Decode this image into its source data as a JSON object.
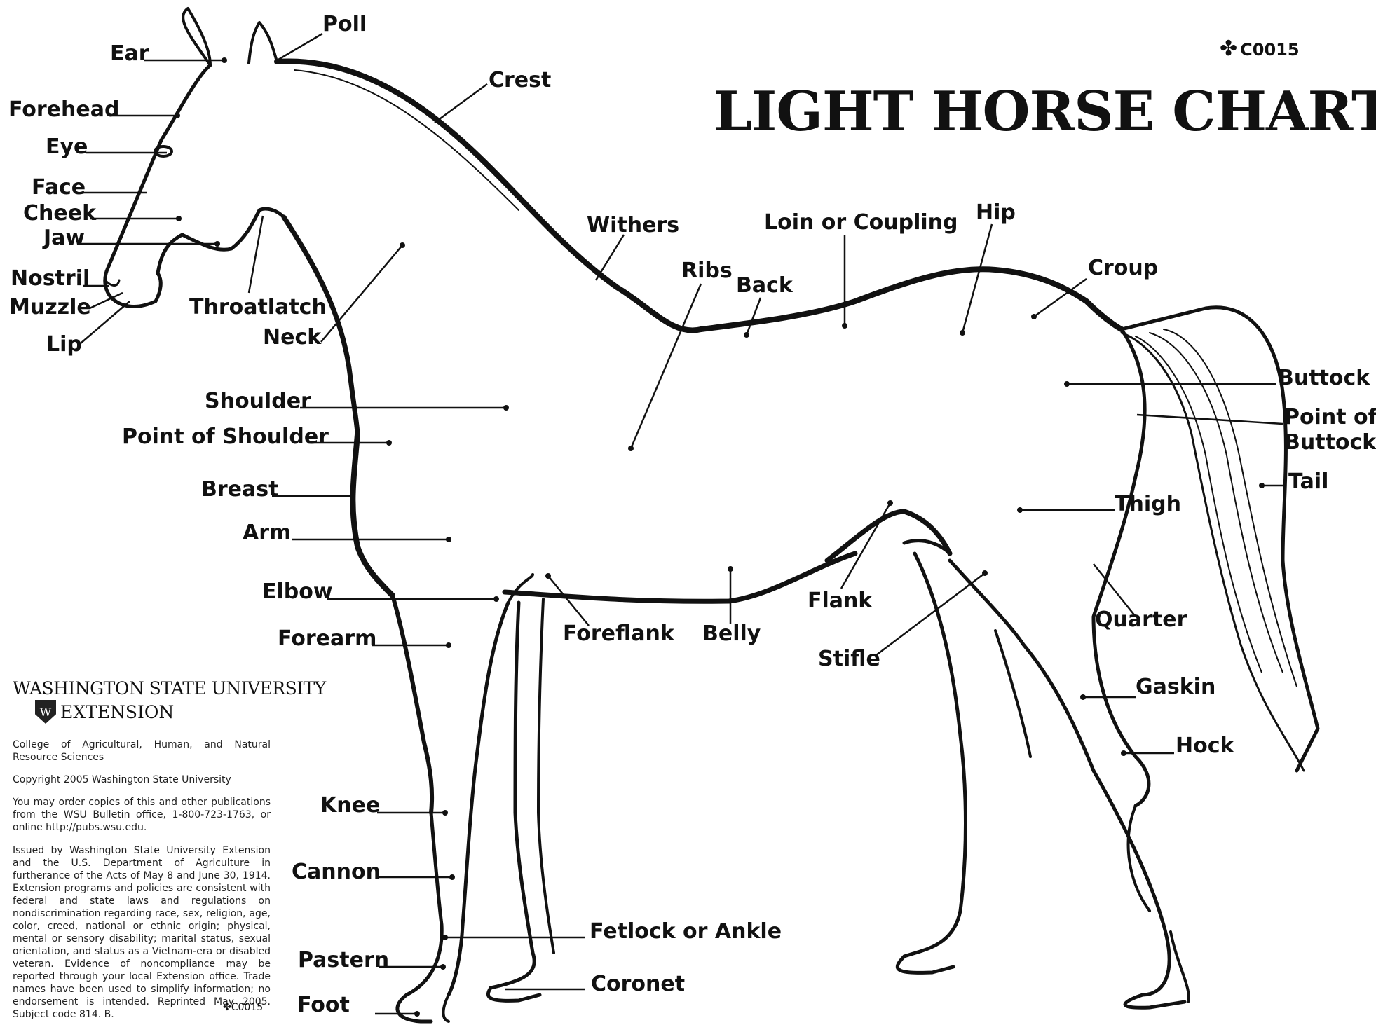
{
  "title": "LIGHT HORSE CHART",
  "code": "C0015",
  "labels": {
    "ear": "Ear",
    "poll": "Poll",
    "crest": "Crest",
    "forehead": "Forehead",
    "eye": "Eye",
    "face": "Face",
    "cheek": "Cheek",
    "jaw": "Jaw",
    "nostril": "Nostril",
    "muzzle": "Muzzle",
    "lip": "Lip",
    "throatlatch": "Throatlatch",
    "neck": "Neck",
    "withers": "Withers",
    "ribs": "Ribs",
    "back": "Back",
    "loin": "Loin or Coupling",
    "hip": "Hip",
    "croup": "Croup",
    "buttock": "Buttock",
    "point_of_buttocks": "Point of\nButtocks",
    "tail": "Tail",
    "thigh": "Thigh",
    "shoulder": "Shoulder",
    "point_of_shoulder": "Point of Shoulder",
    "breast": "Breast",
    "arm": "Arm",
    "elbow": "Elbow",
    "forearm": "Forearm",
    "foreflank": "Foreflank",
    "belly": "Belly",
    "flank": "Flank",
    "stifle": "Stifle",
    "quarter": "Quarter",
    "gaskin": "Gaskin",
    "hock": "Hock",
    "knee": "Knee",
    "cannon": "Cannon",
    "fetlock": "Fetlock or Ankle",
    "pastern": "Pastern",
    "coronet": "Coronet",
    "foot": "Foot"
  },
  "footer": {
    "university": "WASHINGTON STATE UNIVERSITY",
    "extension": "EXTENSION",
    "college": "College of Agricultural, Human, and Natural Resource Sciences",
    "copyright": "Copyright 2005 Washington State University",
    "order": "You may order copies of this and other publications from the WSU Bulletin office, 1-800-723-1763, or online http://pubs.wsu.edu.",
    "legal": "Issued by Washington State University Extension and the U.S. Department of Agriculture in furtherance of the Acts of May 8 and June 30, 1914. Extension programs and policies are consistent with federal and state laws and regulations on nondiscrimination regarding race, sex, religion, age, color, creed, national or ethnic origin; physical, mental or sensory disability; marital status, sexual orientation, and status as a Vietnam-era or disabled veteran. Evidence of noncompliance may be reported through your local Extension office. Trade names have been used to simplify information; no endorsement is intended.  Reprinted May 2005. Subject code 814. B.",
    "code": "C0015"
  },
  "colors": {
    "ink": "#111111",
    "paper": "#ffffff"
  }
}
